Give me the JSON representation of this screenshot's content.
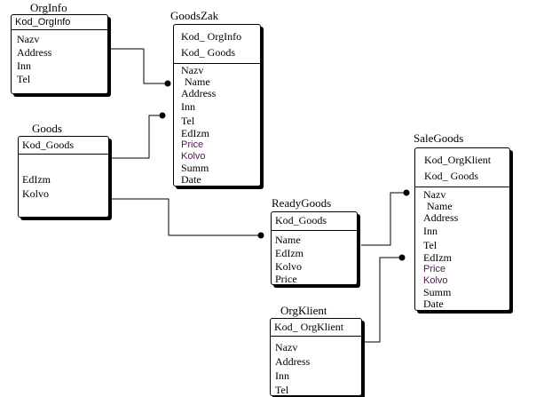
{
  "entities": {
    "orginfo": {
      "title": "OrgInfo",
      "keys": [
        "Kod_OrgInfo"
      ],
      "attributes": [
        "Nazv",
        "Address",
        "Inn",
        "Tel"
      ]
    },
    "goodszak": {
      "title": "GoodsZak",
      "keys": [
        "Kod_ OrgInfo",
        "Kod_ Goods"
      ],
      "attributes": [
        "Nazv",
        "Name",
        "Address",
        "Inn",
        "Tel",
        "EdIzm",
        "Price",
        "Kolvo",
        "Summ",
        "Date"
      ]
    },
    "goods": {
      "title": "Goods",
      "keys": [
        "Kod_Goods"
      ],
      "attributes": [
        "EdIzm",
        "Kolvo"
      ]
    },
    "readygoods": {
      "title": "ReadyGoods",
      "keys": [
        "Kod_Goods"
      ],
      "attributes": [
        "Name",
        "EdIzm",
        "Kolvo",
        "Price"
      ]
    },
    "salegoods": {
      "title": "SaleGoods",
      "keys": [
        "Kod_OrgKlient",
        "Kod_ Goods"
      ],
      "attributes": [
        "Nazv",
        "Name",
        "Address",
        "Inn",
        "Tel",
        "EdIzm",
        "Price",
        "Kolvo",
        "Summ",
        "Date"
      ]
    },
    "orgklient": {
      "title": "OrgKlient",
      "keys": [
        "Kod_ OrgKlient"
      ],
      "attributes": [
        "Nazv",
        "Address",
        "Inn",
        "Tel"
      ]
    }
  }
}
